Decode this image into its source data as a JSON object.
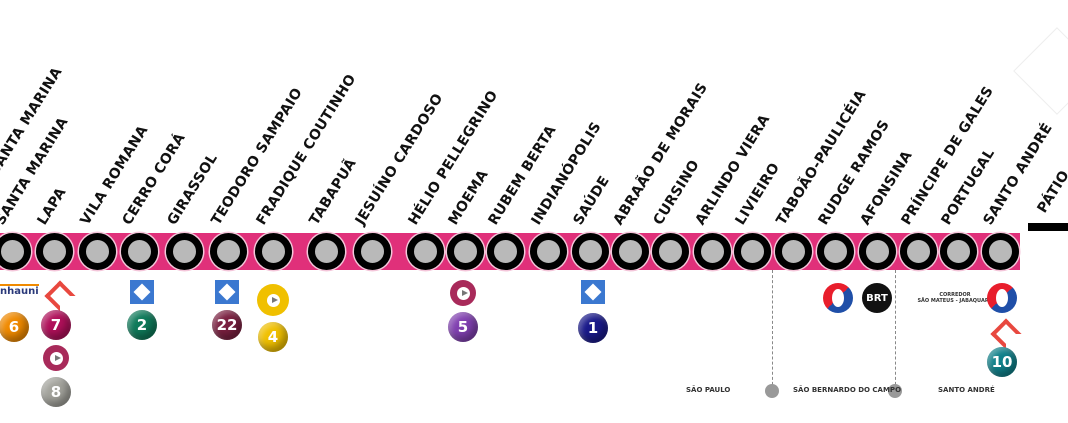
{
  "line_color": "#e0307a",
  "stations": [
    {
      "name": "SANTA MARINA"
    },
    {
      "name": "LAPA"
    },
    {
      "name": "VILA ROMANA"
    },
    {
      "name": "CERRO CORÁ"
    },
    {
      "name": "GIRASSOL"
    },
    {
      "name": "TEODORO SAMPAIO"
    },
    {
      "name": "FRADIQUE COUTINHO"
    },
    {
      "name": "TABAPUÃ"
    },
    {
      "name": "JESUÍNO CARDOSO"
    },
    {
      "name": "HÉLIO PELLEGRINO"
    },
    {
      "name": "MOEMA"
    },
    {
      "name": "RUBEM BERTA"
    },
    {
      "name": "INDIANÓPOLIS"
    },
    {
      "name": "SAÚDE"
    },
    {
      "name": "ABRAÃO DE MORAIS"
    },
    {
      "name": "CURSINO"
    },
    {
      "name": "ARLINDO VIERA"
    },
    {
      "name": "LIVIEIRO"
    },
    {
      "name": "TABOÃO-PAULICÉIA"
    },
    {
      "name": "RUDGE RAMOS"
    },
    {
      "name": "AFONSINA"
    },
    {
      "name": "PRÍNCIPE DE GALES"
    },
    {
      "name": "PORTUGAL"
    },
    {
      "name": "SANTO ANDRÉ"
    }
  ],
  "extra_label": "SANTA MARINA",
  "depot_label": "PÁTIO",
  "connections": {
    "l6": {
      "number": "6",
      "color": "#f08a00"
    },
    "l7": {
      "number": "7",
      "color": "#b0105a"
    },
    "l8": {
      "number": "8",
      "color": "#a3a39c"
    },
    "l2": {
      "number": "2",
      "color": "#0f7a5a"
    },
    "l22": {
      "number": "22",
      "color": "#7a2040"
    },
    "l4": {
      "number": "4",
      "color": "#f0c000"
    },
    "l5": {
      "number": "5",
      "color": "#8040b0"
    },
    "l1": {
      "number": "1",
      "color": "#1a1a8a"
    },
    "l10": {
      "number": "10",
      "color": "#10808a"
    },
    "linha_uni": "nhauni",
    "brt": "BRT",
    "corredor_1": "CORREDOR",
    "corredor_2": "SÃO MATEUS - JABAQUARA"
  },
  "cities": [
    "SÃO PAULO",
    "SÃO BERNARDO DO CAMPO",
    "SANTO ANDRÉ"
  ]
}
